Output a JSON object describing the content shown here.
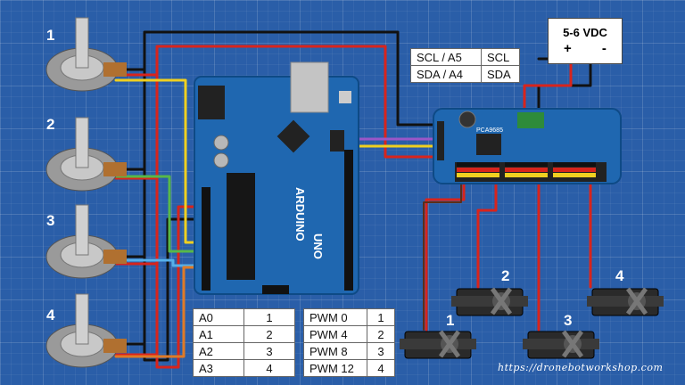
{
  "pots": [
    "1",
    "2",
    "3",
    "4"
  ],
  "servos": [
    "1",
    "2",
    "3",
    "4"
  ],
  "power": {
    "voltage": "5-6 VDC",
    "plus": "+",
    "minus": "-"
  },
  "i2c_table": [
    [
      "SCL / A5",
      "SCL"
    ],
    [
      "SDA / A4",
      "SDA"
    ]
  ],
  "analog_table": [
    [
      "A0",
      "1"
    ],
    [
      "A1",
      "2"
    ],
    [
      "A2",
      "3"
    ],
    [
      "A3",
      "4"
    ]
  ],
  "pwm_table": [
    [
      "PWM 0",
      "1"
    ],
    [
      "PWM 4",
      "2"
    ],
    [
      "PWM 8",
      "3"
    ],
    [
      "PWM 12",
      "4"
    ]
  ],
  "arduino": {
    "brand": "ARDUINO",
    "model": "UNO"
  },
  "pca": {
    "label": "PCA9685"
  },
  "url": "https://dronebotworkshop.com",
  "colors": {
    "board": "#1f67b0",
    "wire_red": "#d8241c",
    "wire_black": "#111111",
    "wire_yellow": "#f0d020",
    "wire_green": "#58b848",
    "wire_blue": "#56b0ea",
    "wire_orange": "#e07a26",
    "wire_purple": "#9a57c8"
  }
}
